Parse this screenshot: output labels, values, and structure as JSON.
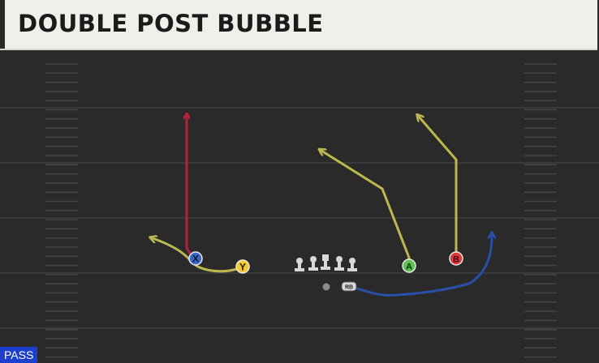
{
  "play": {
    "title": "DOUBLE POST BUBBLE",
    "type_badge": "PASS"
  },
  "players": [
    {
      "id": "X",
      "label": "X",
      "color": "#3a66c8"
    },
    {
      "id": "Y",
      "label": "Y",
      "color": "#f2cb2e"
    },
    {
      "id": "A",
      "label": "A",
      "color": "#5bc24e"
    },
    {
      "id": "B",
      "label": "B",
      "color": "#e0363a"
    },
    {
      "id": "RB",
      "label": "RB",
      "color": "#d9d9d9"
    }
  ],
  "routes": [
    {
      "player": "X",
      "kind": "vertical",
      "color": "#b3213a"
    },
    {
      "player": "Y",
      "kind": "bubble",
      "color": "#bdb84e"
    },
    {
      "player": "A",
      "kind": "post",
      "color": "#bdb84e"
    },
    {
      "player": "B",
      "kind": "post",
      "color": "#bdb84e"
    },
    {
      "player": "RB",
      "kind": "wheel",
      "color": "#2b4fa8"
    }
  ],
  "colors": {
    "field": "#2a2a2a",
    "yard_line": "#3e3e3e",
    "hash": "#454545",
    "title_bg": "#f1efe9",
    "title_text": "#1b1b1b",
    "badge_bg": "#1d3fcf"
  }
}
